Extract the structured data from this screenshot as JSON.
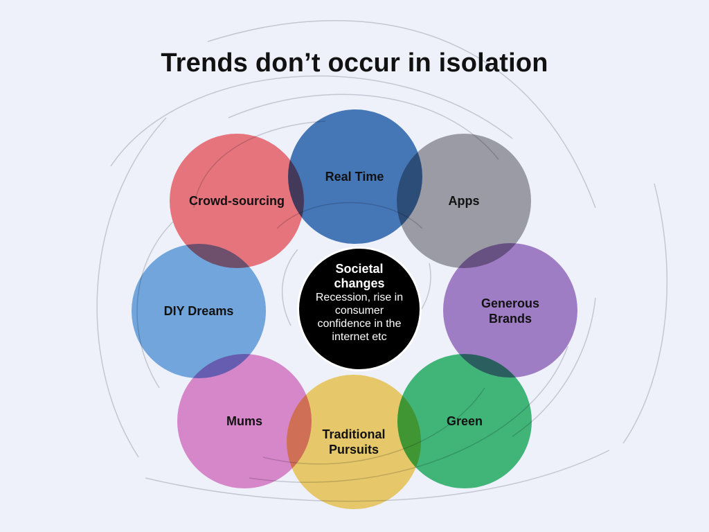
{
  "title": "Trends don’t occur in isolation",
  "center": {
    "title": "Societal changes",
    "description": "Recession, rise in consumer confidence in the internet etc",
    "color": "#000000"
  },
  "trends": [
    {
      "id": "real-time",
      "label": "Real Time",
      "color": "#4a7ebb"
    },
    {
      "id": "apps",
      "label": "Apps",
      "color": "#a5a5a8"
    },
    {
      "id": "generous-brands",
      "label": "Generous Brands",
      "color": "#ab85c9"
    },
    {
      "id": "green",
      "label": "Green",
      "color": "#45c07a"
    },
    {
      "id": "traditional-pursuits",
      "label": "Traditional Pursuits",
      "color": "#f7d56c"
    },
    {
      "id": "mums",
      "label": "Mums",
      "color": "#e68fce"
    },
    {
      "id": "diy-dreams",
      "label": "DIY Dreams",
      "color": "#79b0e0"
    },
    {
      "id": "crowd-sourcing",
      "label": "Crowd-sourcing",
      "color": "#f77b7f"
    }
  ]
}
